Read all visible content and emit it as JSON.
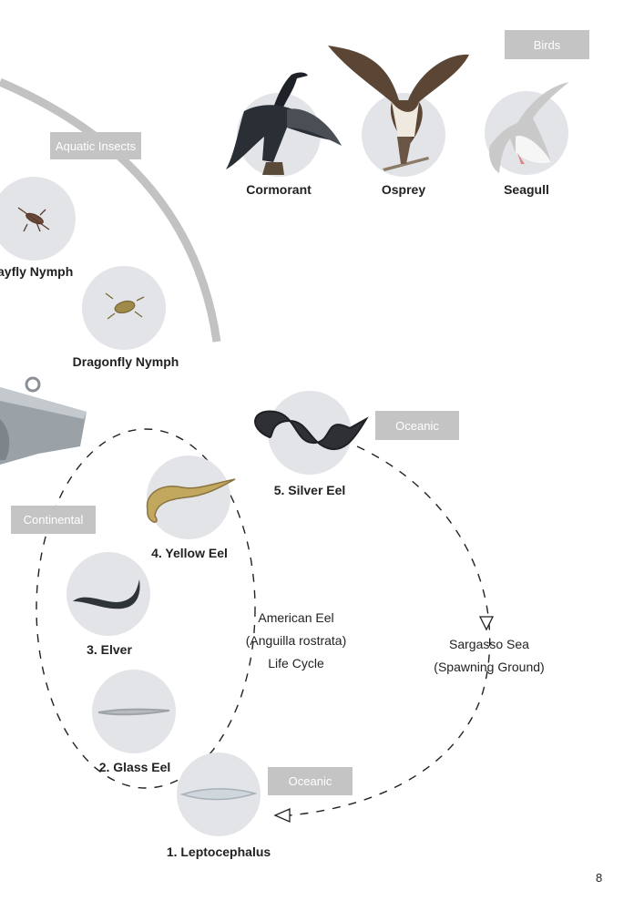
{
  "tags": {
    "birds": "Birds",
    "aquatic_insects": "Aquatic Insects",
    "oceanic_top": "Oceanic",
    "continental": "Continental",
    "oceanic_bottom": "Oceanic"
  },
  "birds": [
    "Cormorant",
    "Osprey",
    "Seagull"
  ],
  "insects": [
    "ayfly Nymph",
    "Dragonfly Nymph"
  ],
  "stages": [
    "1. Leptocephalus",
    "2. Glass Eel",
    "3. Elver",
    "4. Yellow Eel",
    "5. Silver Eel"
  ],
  "center": {
    "line1": "American Eel",
    "line2": "(Anguilla rostrata)",
    "line3": "Life Cycle"
  },
  "spawning": {
    "line1": "Sargasso Sea",
    "line2": "(Spawning Ground)"
  },
  "page_number": "8",
  "colors": {
    "tag_bg": "#c4c4c4",
    "circle_bg": "#e3e4e8",
    "arc": "#c2c2c2"
  }
}
